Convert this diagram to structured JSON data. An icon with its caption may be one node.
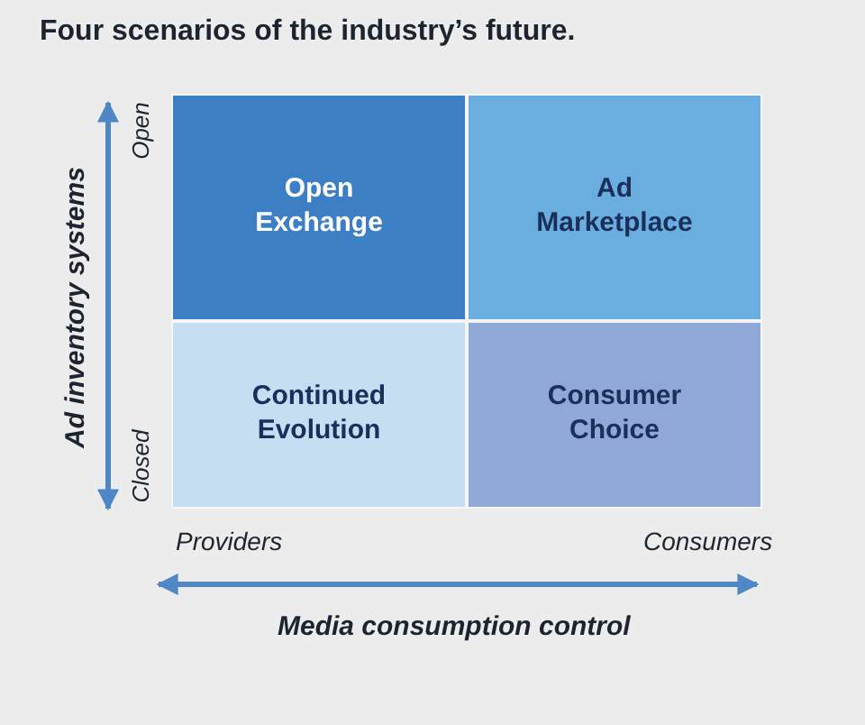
{
  "diagram": {
    "title": "Four scenarios of the industry’s future.",
    "nodes": [
      {
        "text": [
          "Open Exchange"
        ]
      },
      {
        "text": [
          "Ad Marketplace"
        ]
      },
      {
        "text": [
          "Continued Evolution"
        ]
      },
      {
        "text": [
          "Consumer Choice"
        ]
      }
    ],
    "edges": [],
    "labels": [
      "Open",
      "Closed",
      "Ad inventory systems",
      "Providers",
      "Consumers",
      "Media consumption control"
    ]
  }
}
